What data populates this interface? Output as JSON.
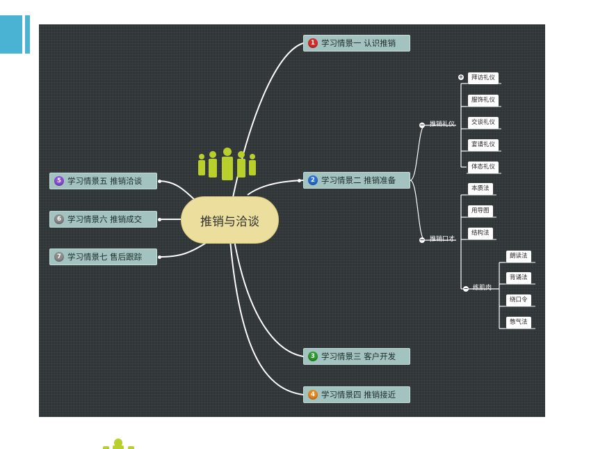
{
  "colors": {
    "background": "#33383b",
    "topic_fill": "#a3c3c0",
    "central_fill": "#ecdf9d",
    "accent_bar": "#4ab3d3",
    "people_icon": "#b8cf2c"
  },
  "central": {
    "label": "推销与洽谈",
    "icon": "people-group-icon"
  },
  "topics": [
    {
      "id": "t1",
      "number": "1",
      "label": "学习情景一 认识推销",
      "badge_color": "#d92b2b"
    },
    {
      "id": "t2",
      "number": "2",
      "label": "学习情景二 推销准备",
      "badge_color": "#2a6fd6"
    },
    {
      "id": "t3",
      "number": "3",
      "label": "学习情景三 客户开发",
      "badge_color": "#2f9a2f"
    },
    {
      "id": "t4",
      "number": "4",
      "label": "学习情景四 推销接近",
      "badge_color": "#e8871e"
    },
    {
      "id": "t5",
      "number": "5",
      "label": "学习情景五 推销洽谈",
      "badge_color": "#8a4fd8"
    },
    {
      "id": "t6",
      "number": "6",
      "label": "学习情景六 推销成交",
      "badge_color": "#8c8c8c"
    },
    {
      "id": "t7",
      "number": "7",
      "label": "学习情景七 售后跟踪",
      "badge_color": "#8c8c8c"
    }
  ],
  "subtopics": [
    {
      "id": "s1",
      "label": "推销礼仪"
    },
    {
      "id": "s2",
      "label": "推销口才"
    },
    {
      "id": "s3",
      "label": "练肌肉"
    }
  ],
  "leaves": {
    "etiquette": [
      "拜访礼仪",
      "服饰礼仪",
      "交谈礼仪",
      "宴请礼仪",
      "体态礼仪"
    ],
    "eloquence": [
      "本质法",
      "用导图",
      "结构法"
    ],
    "muscle": [
      "朗读法",
      "背诵法",
      "绕口令",
      "憋气法"
    ]
  }
}
